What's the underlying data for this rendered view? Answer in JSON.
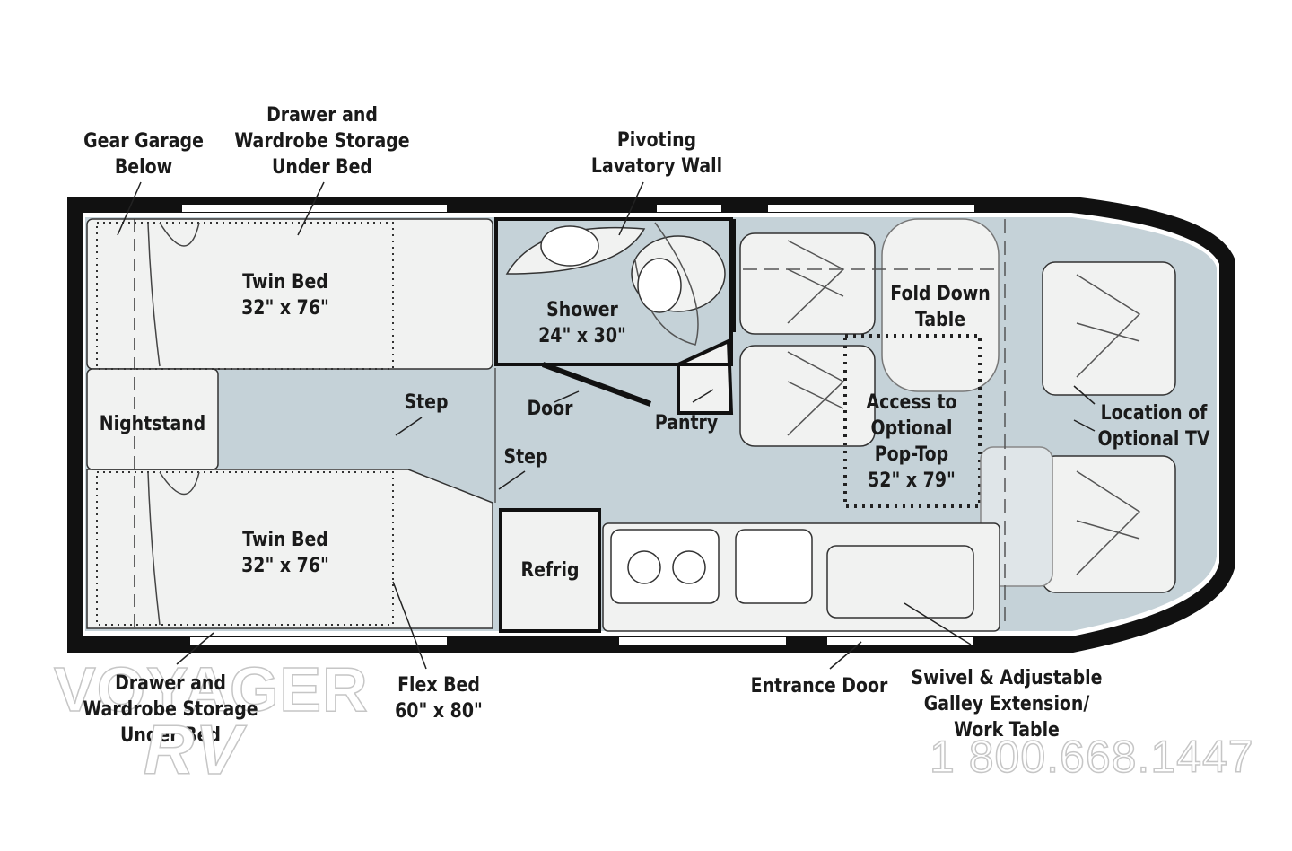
{
  "labels": {
    "gear_garage": "Gear Garage\nBelow",
    "storage_top": "Drawer and\nWardrobe Storage\nUnder Bed",
    "lav_wall": "Pivoting\nLavatory Wall",
    "twin_bed_top": "Twin Bed\n32\" x 76\"",
    "twin_bed_bottom": "Twin Bed\n32\" x 76\"",
    "nightstand": "Nightstand",
    "step_inner": "Step",
    "step_outer": "Step",
    "shower": "Shower\n24\" x 30\"",
    "door": "Door",
    "pantry": "Pantry",
    "fold_table": "Fold Down\nTable",
    "pop_top": "Access to\nOptional\nPop-Top\n52\" x 79\"",
    "tv": "Location of\nOptional TV",
    "refrig": "Refrig",
    "storage_bottom": "Drawer and\nWardrobe Storage\nUnder Bed",
    "flex_bed": "Flex Bed\n60\" x 80\"",
    "entrance_door": "Entrance Door",
    "galley": "Swivel & Adjustable\nGalley Extension/\nWork Table"
  },
  "watermark": {
    "brand_line1": "VOYAGER",
    "brand_line2": "RV",
    "phone": "1 800.668.1447"
  },
  "colors": {
    "outline": "#111111",
    "floor": "#c5d2d8",
    "furniture": "#f1f2f1",
    "background": "#ffffff"
  }
}
